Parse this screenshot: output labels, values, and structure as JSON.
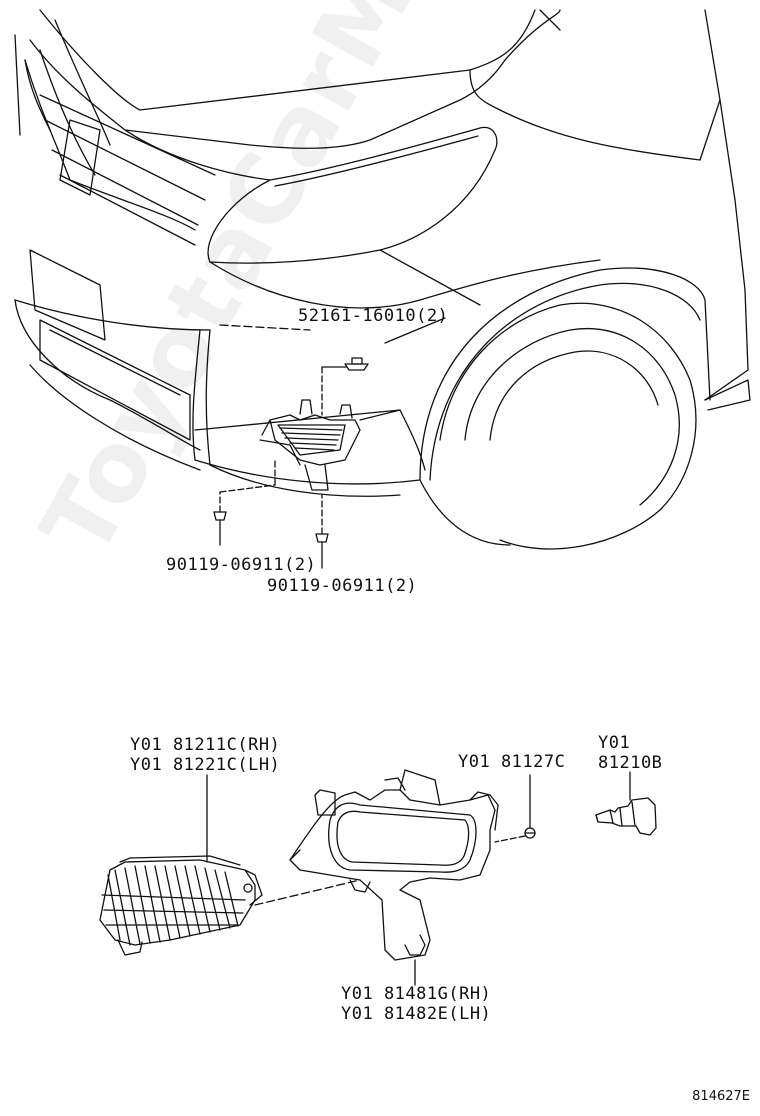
{
  "diagram": {
    "labels": {
      "bracket_upper": "52161-16010(2)",
      "screw_left": "90119-06911(2)",
      "screw_right": "90119-06911(2)",
      "fog_lamp_rh": "Y01 81211C(RH)",
      "fog_lamp_lh": "Y01 81221C(LH)",
      "clip": "Y01 81127C",
      "bulb_line1": "Y01",
      "bulb_line2": "81210B",
      "cover_rh": "Y01 81481G(RH)",
      "cover_lh": "Y01 81482E(LH)"
    },
    "watermark": "ToyotaCarMiro.ru",
    "drawing_code": "814627E"
  }
}
